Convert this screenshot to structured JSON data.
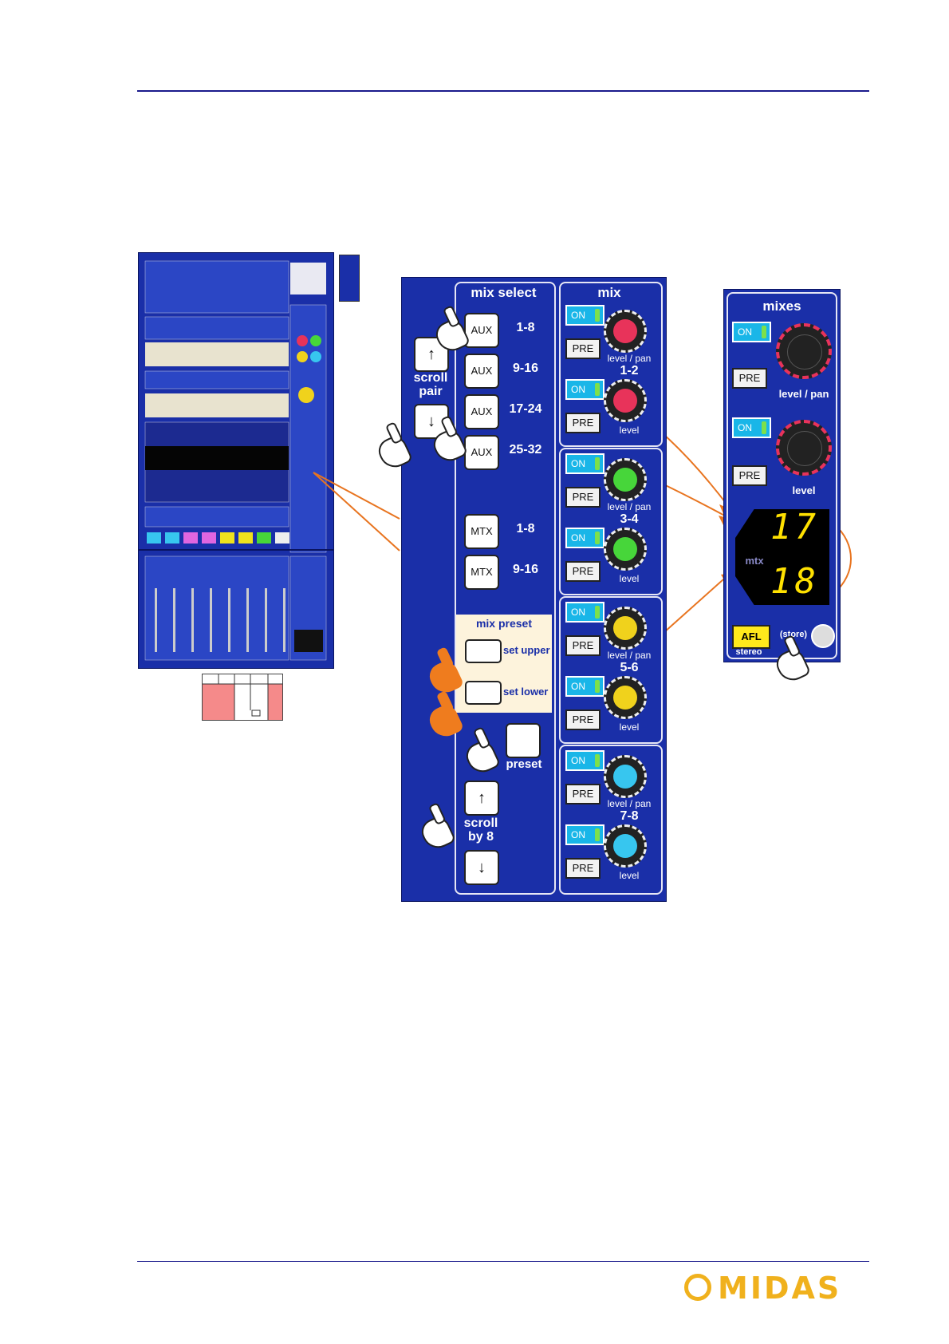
{
  "mix_select": {
    "title": "mix select",
    "scroll_pair": [
      "scroll",
      "pair"
    ],
    "aux_buttons": [
      {
        "label": "AUX",
        "range": "1-8"
      },
      {
        "label": "AUX",
        "range": "9-16"
      },
      {
        "label": "AUX",
        "range": "17-24"
      },
      {
        "label": "AUX",
        "range": "25-32"
      }
    ],
    "mtx_buttons": [
      {
        "label": "MTX",
        "range": "1-8"
      },
      {
        "label": "MTX",
        "range": "9-16"
      }
    ],
    "mix_preset": {
      "title": "mix preset",
      "set_upper": "set upper",
      "set_lower": "set lower",
      "preset": "preset"
    },
    "scroll_by8": [
      "scroll",
      "by 8"
    ]
  },
  "mix": {
    "title": "mix",
    "on_label": "ON",
    "pre_label": "PRE",
    "level_pan": "level / pan",
    "level": "level",
    "pairs": [
      {
        "name": "1-2",
        "color": "#e8335a"
      },
      {
        "name": "3-4",
        "color": "#47d63a"
      },
      {
        "name": "5-6",
        "color": "#f0d21c"
      },
      {
        "name": "7-8",
        "color": "#37c6ef"
      }
    ]
  },
  "mixes": {
    "title": "mixes",
    "on_label": "ON",
    "pre_label": "PRE",
    "level_pan": "level / pan",
    "level": "level",
    "mtx": "mtx",
    "display_upper": "17",
    "display_lower": "18",
    "afl": "AFL",
    "stereo": "stereo",
    "store": "(store)"
  },
  "colors": {
    "panel_blue": "#1a2fa8",
    "rule_blue": "#1a1a8c",
    "arrow_orange": "#e8741f",
    "logo_gold": "#f0b11d"
  },
  "logo": "MIDAS"
}
